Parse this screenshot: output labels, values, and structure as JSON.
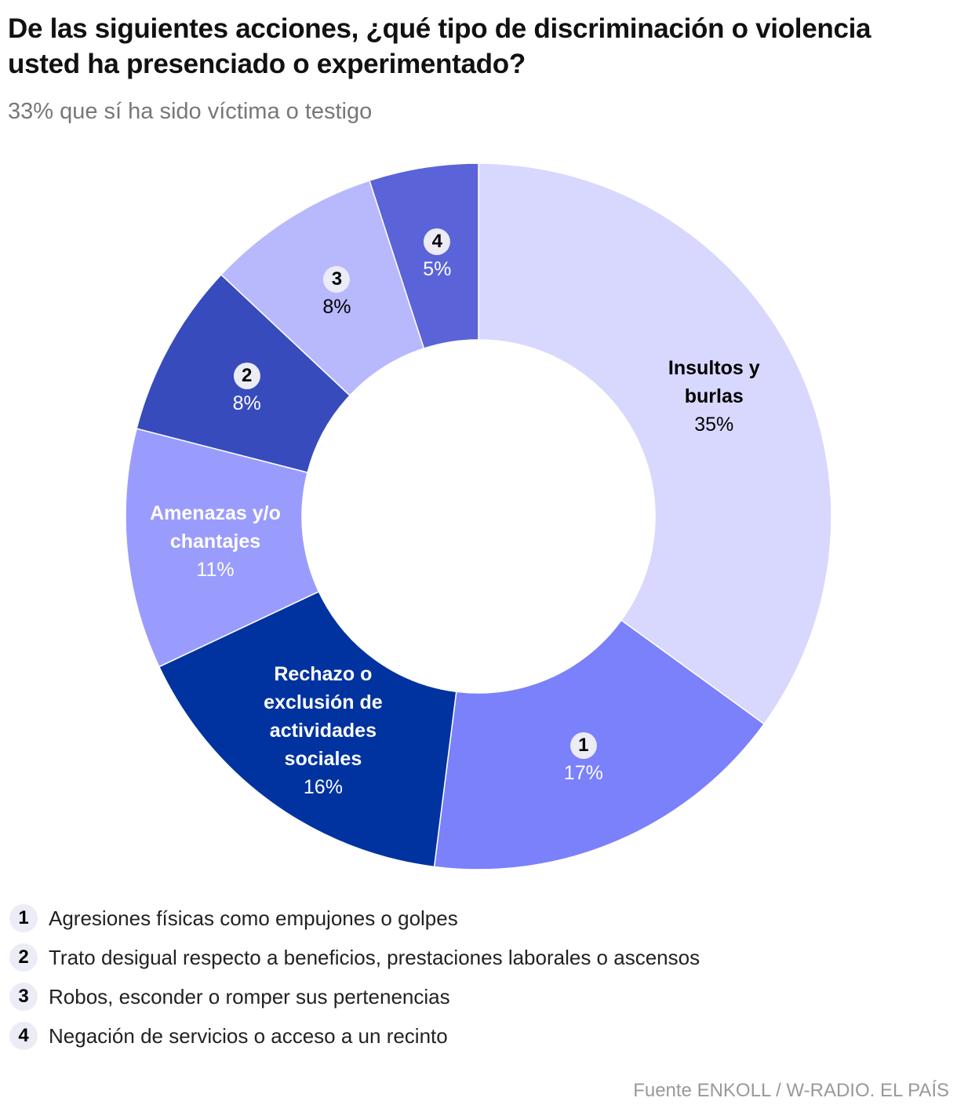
{
  "title": "De las siguientes acciones, ¿qué tipo de discriminación o violencia usted ha presenciado o experimentado?",
  "subtitle": "33% que sí ha sido víctima o testigo",
  "source": "Fuente ENKOLL / W-RADIO. EL PAÍS",
  "chart_data": {
    "type": "pie",
    "donut": true,
    "slices": [
      {
        "label": "Insultos y burlas",
        "badge": "",
        "name_lines": [
          "Insultos y",
          "burlas"
        ],
        "value": 35,
        "pct": "35%",
        "color": "#d8d8fe",
        "text": "#000"
      },
      {
        "label": "Agresiones físicas como empujones o golpes",
        "badge": "1",
        "name_lines": [],
        "value": 17,
        "pct": "17%",
        "color": "#7b80fb",
        "text": "#fff"
      },
      {
        "label": "Rechazo o exclusión de actividades sociales",
        "badge": "",
        "name_lines": [
          "Rechazo o",
          "exclusión de",
          "actividades",
          "sociales"
        ],
        "value": 16,
        "pct": "16%",
        "color": "#0033a0",
        "text": "#fff"
      },
      {
        "label": "Amenazas y/o chantajes",
        "badge": "",
        "name_lines": [
          "Amenazas y/o",
          "chantajes"
        ],
        "value": 11,
        "pct": "11%",
        "color": "#9a9cfd",
        "text": "#fff"
      },
      {
        "label": "Trato desigual respecto a beneficios, prestaciones laborales o ascensos",
        "badge": "2",
        "name_lines": [],
        "value": 8,
        "pct": "8%",
        "color": "#374bbd",
        "text": "#fff"
      },
      {
        "label": "Robos, esconder o romper sus pertenencias",
        "badge": "3",
        "name_lines": [],
        "value": 8,
        "pct": "8%",
        "color": "#b8b8fd",
        "text": "#000"
      },
      {
        "label": "Negación de servicios o acceso a un recinto",
        "badge": "4",
        "name_lines": [],
        "value": 5,
        "pct": "5%",
        "color": "#5a63d8",
        "text": "#fff"
      }
    ]
  },
  "legend": [
    {
      "n": "1",
      "text": "Agresiones físicas como empujones o golpes"
    },
    {
      "n": "2",
      "text": "Trato desigual respecto a beneficios, prestaciones laborales o ascensos"
    },
    {
      "n": "3",
      "text": "Robos, esconder o romper sus pertenencias"
    },
    {
      "n": "4",
      "text": "Negación de servicios o acceso a un recinto"
    }
  ]
}
